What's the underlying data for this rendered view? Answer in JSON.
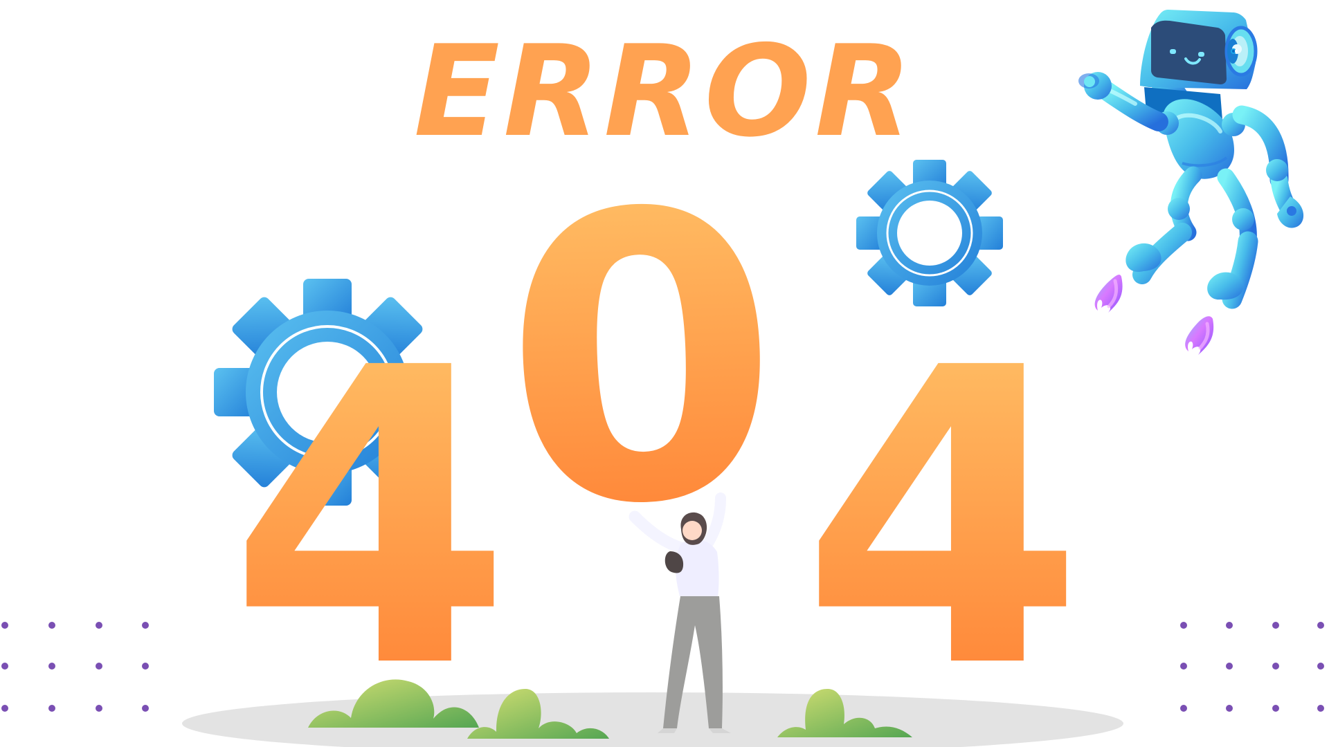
{
  "title": "ERROR",
  "digits": [
    "4",
    "0",
    "4"
  ],
  "colors": {
    "orange_top": "#ffc66b",
    "orange_bottom": "#ff7b2f",
    "title_orange": "#ffa251",
    "gear_light": "#58b9ef",
    "gear_dark": "#237fd8",
    "dots": "#7a4fb3",
    "ground": "#e2e2e2",
    "bush_light": "#c6d86a",
    "bush_dark": "#63ad57",
    "robot_light": "#62e2f2",
    "robot_dark": "#2c7fe3",
    "flame_pink": "#d878ff"
  },
  "icons": [
    "gear-icon",
    "robot-illustration",
    "person-illustration",
    "bush-illustration",
    "dot-grid"
  ]
}
